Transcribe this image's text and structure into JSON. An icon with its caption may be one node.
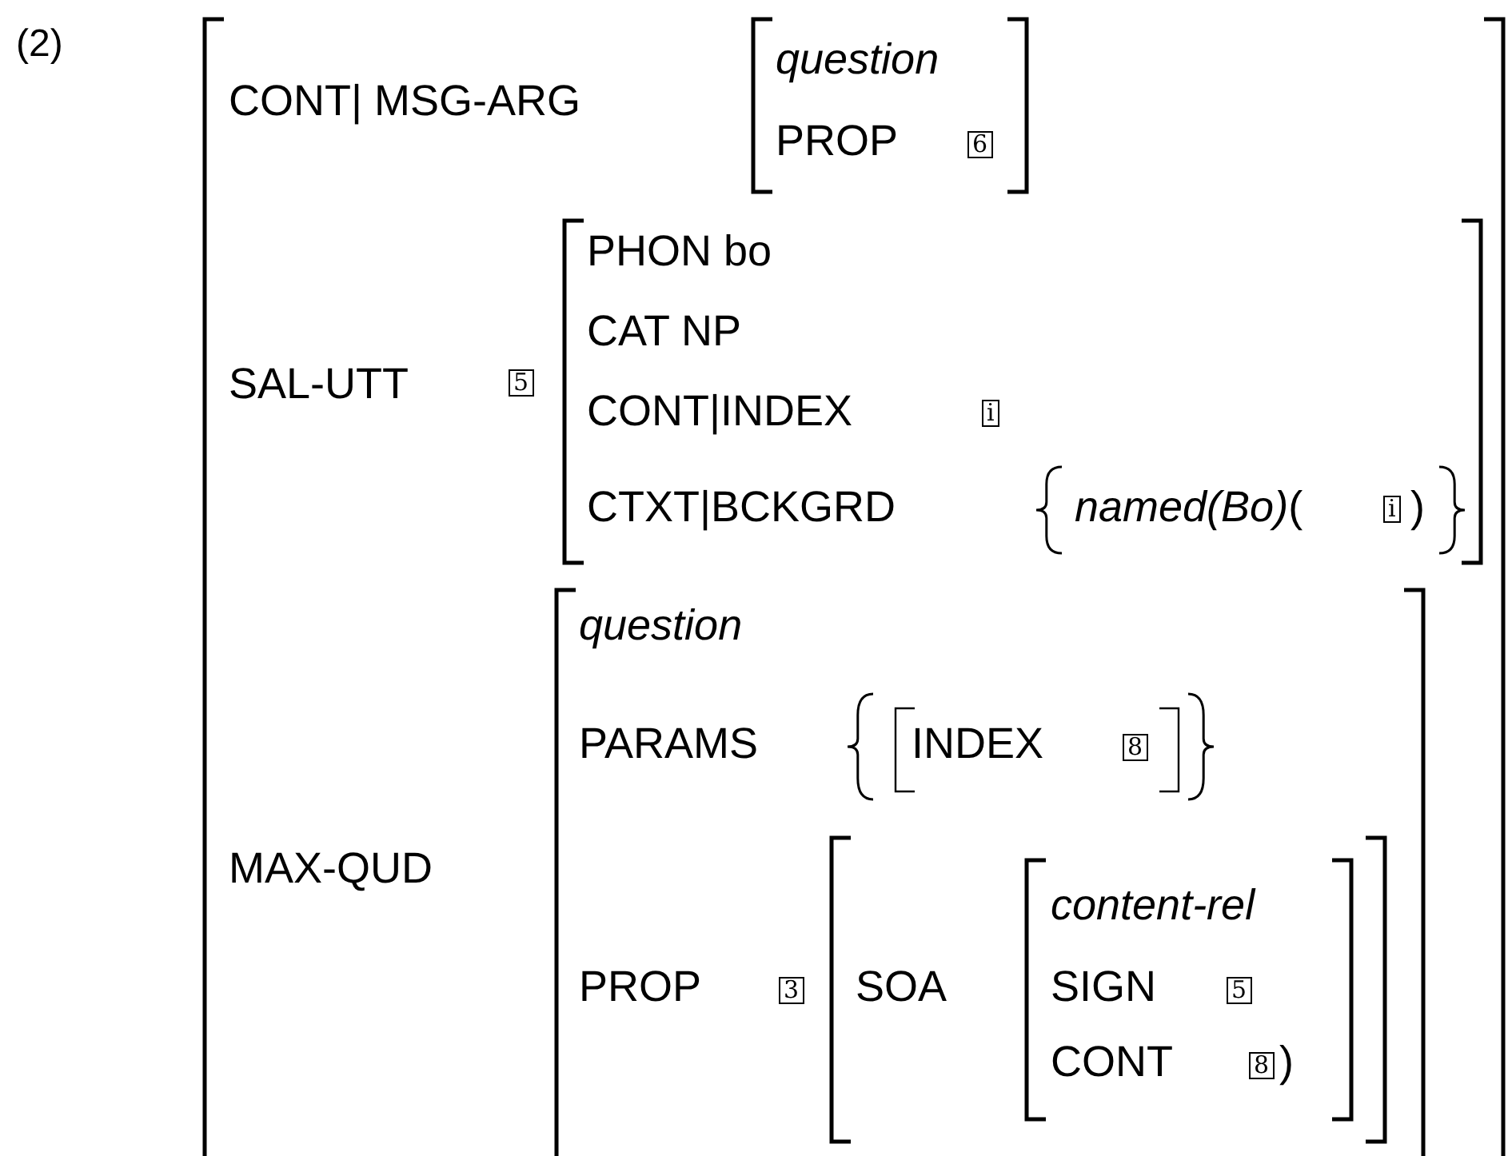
{
  "diagram": {
    "nodes": [
      {
        "text": [
          "CONT| MSG-ARG",
          "SAL-UTT",
          "5",
          "MAX-QUD"
        ]
      },
      {
        "text": [
          "question",
          "PROP",
          "6"
        ],
        "in": 0
      },
      {
        "text": [
          "PHON bo",
          "CAT NP",
          "CONT|INDEX",
          "i",
          "CTXT|BCKGRD",
          "*named(Bo)*(",
          "i",
          ")"
        ],
        "in": 0
      },
      {
        "text": [
          "question",
          "PARAMS",
          "PROP",
          "3"
        ],
        "in": 0
      },
      {
        "text": [
          "INDEX",
          "8"
        ],
        "in": 3
      },
      {
        "text": [
          "SOA"
        ],
        "in": 3
      },
      {
        "text": [
          "content-rel",
          "SIGN",
          "5",
          "CONT",
          "8",
          ")"
        ],
        "in": 5
      }
    ],
    "labels": [
      "(2)"
    ]
  }
}
